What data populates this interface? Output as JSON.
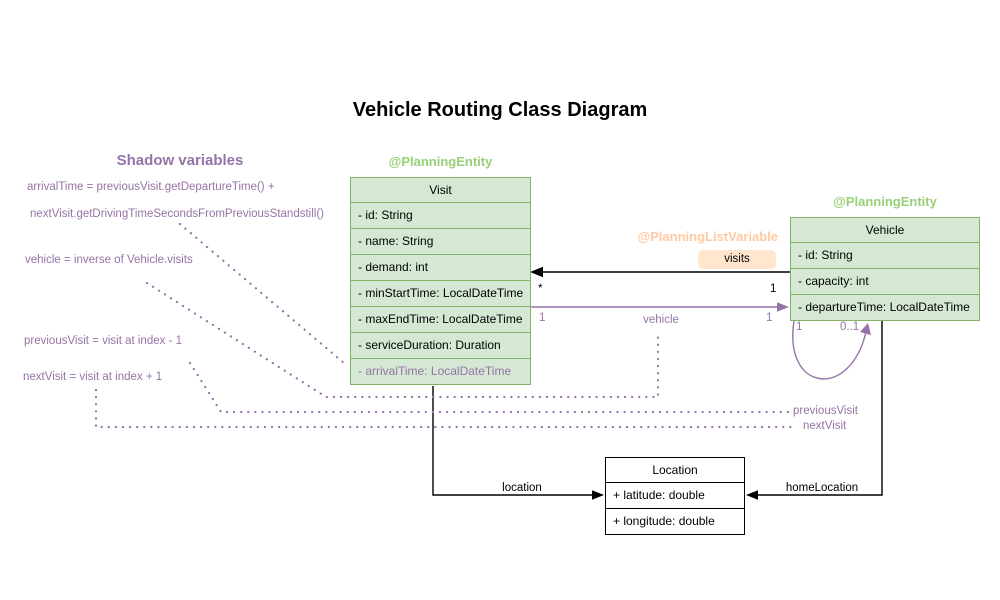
{
  "title": "Vehicle Routing Class Diagram",
  "colors": {
    "class_green_fill": "#d5e8d4",
    "class_green_border": "#82b366",
    "entity_annotation_green": "#97d077",
    "shadow_purple": "#9673a6",
    "listvar_orange_text": "#ffc9a3",
    "badge_orange_fill": "#ffe6cc",
    "line_black": "#000000"
  },
  "shadow_panel": {
    "heading": "Shadow variables",
    "notes": [
      "arrivalTime = previousVisit.getDepartureTime() +",
      "nextVisit.getDrivingTimeSecondsFromPreviousStandstill()",
      "vehicle = inverse of Vehicle.visits",
      "previousVisit = visit at index - 1",
      "nextVisit = visit at index + 1"
    ]
  },
  "classes": {
    "visit": {
      "annotation": "@PlanningEntity",
      "name": "Visit",
      "fields": [
        "- id: String",
        "- name: String",
        "- demand: int",
        "- minStartTime: LocalDateTime",
        "- maxEndTime: LocalDateTime",
        "- serviceDuration: Duration",
        "- arrivalTime: LocalDateTime"
      ]
    },
    "vehicle": {
      "annotation": "@PlanningEntity",
      "name": "Vehicle",
      "fields": [
        "- id: String",
        "- capacity: int",
        "- departureTime: LocalDateTime"
      ]
    },
    "location": {
      "name": "Location",
      "fields": [
        "+ latitude: double",
        "+ longitude: double"
      ]
    }
  },
  "relations": {
    "visits": {
      "annotation": "@PlanningListVariable",
      "badge": "visits",
      "mult_visit_side": "*",
      "mult_vehicle_side": "1"
    },
    "vehicle_ref": {
      "label": "vehicle",
      "mult_left": "1",
      "mult_right": "1"
    },
    "self_loop": {
      "mult_left": "1",
      "mult_right": "0..1"
    },
    "location_ref": {
      "label": "location"
    },
    "home_location_ref": {
      "label": "homeLocation"
    },
    "previous_visit_ref": {
      "label": "previousVisit"
    },
    "next_visit_ref": {
      "label": "nextVisit"
    }
  }
}
